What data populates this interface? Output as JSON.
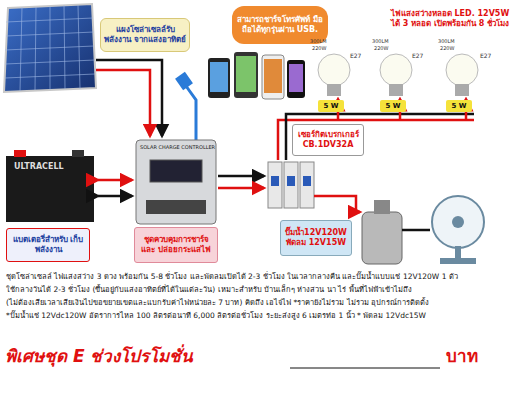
{
  "diagram": {
    "nodes": [
      {
        "text": [
          "แผงโซล่าเซลล์รับพลังงาน จากแสงอาทิตย์"
        ]
      },
      {
        "text": [
          "สามารถชาร์จโทรศัพท์ มือถือได้ทุกรุ่นผ่าน USB."
        ]
      },
      {
        "text": [
          "ไฟแสงสว่างหลอด LED. 12V5W ได้ 3 หลอด เปิดพร้อมกัน 8 ชั่วโมง"
        ]
      },
      {
        "text": [
          "เซอร์กิตเบรกเกอร์ CB.1DV32A"
        ]
      },
      {
        "text": [
          "แบตเตอรี่สำหรับ เก็บพลังงาน"
        ]
      },
      {
        "text": [
          "ชุดควบคุมการชาร์จ และ ปล่อยกระแสไฟ"
        ]
      },
      {
        "text": [
          "ปั๊มน้ำ12V120W พัดลม 12V15W"
        ]
      },
      {
        "text": [
          "5 W"
        ]
      },
      {
        "text": [
          "5 W"
        ]
      },
      {
        "text": [
          "5 W"
        ]
      }
    ],
    "labels": [
      "300LM",
      "220W",
      "E27",
      "300LM",
      "220W",
      "E27",
      "300LM",
      "220W",
      "E27",
      "ULTRACELL",
      "SOLAR CHARGE CONTROLLER",
      "ชุดโซล่าเซลล์ ไฟแสงสว่าง 3 ดวง พร้อมกัน 5-8 ชั่วโมง และพัดลมเปิดได้ 2-3 ชั่วโมง ในเวลากลางคืน และปั๊มน้ำแบบแช่ 12V120W 1 ตัว",
      "ใช้กลางวันได้ 2-3 ชั่วโมง (ขึ้นอยู่กับแสงอาทิตย์ที่ได้ในแต่ละวัน) เหมาะสำหรับ บ้านเล็กๆ ห่างสวน นา ไร่ พื้นที่ไฟฟ้าเข้าไม่ถึง",
      "(ไม่ต้องเสียเวลาเสียเงินไปขอขยายเขตและแบกรับค่าไฟหน่วยละ 7 บาท) คิดถึง เอไจ่ไฟ *ราคายังไม่รวม ไม่รวม อุปกรณ์การติดตั้ง",
      "*ปั๊มน้ำแช่ 12Vdc120W อัตราการไหล 100 ลิตรต่อนาที 6,000 ลิตรต่อชั่วโมง ระยะส่งสูง 6 เมตรท่อ 1 นิ้ว * พัดลม 12Vdc15W",
      "พิเศษชุด E ช่วงโปรโมชั่น",
      "บาท"
    ]
  }
}
